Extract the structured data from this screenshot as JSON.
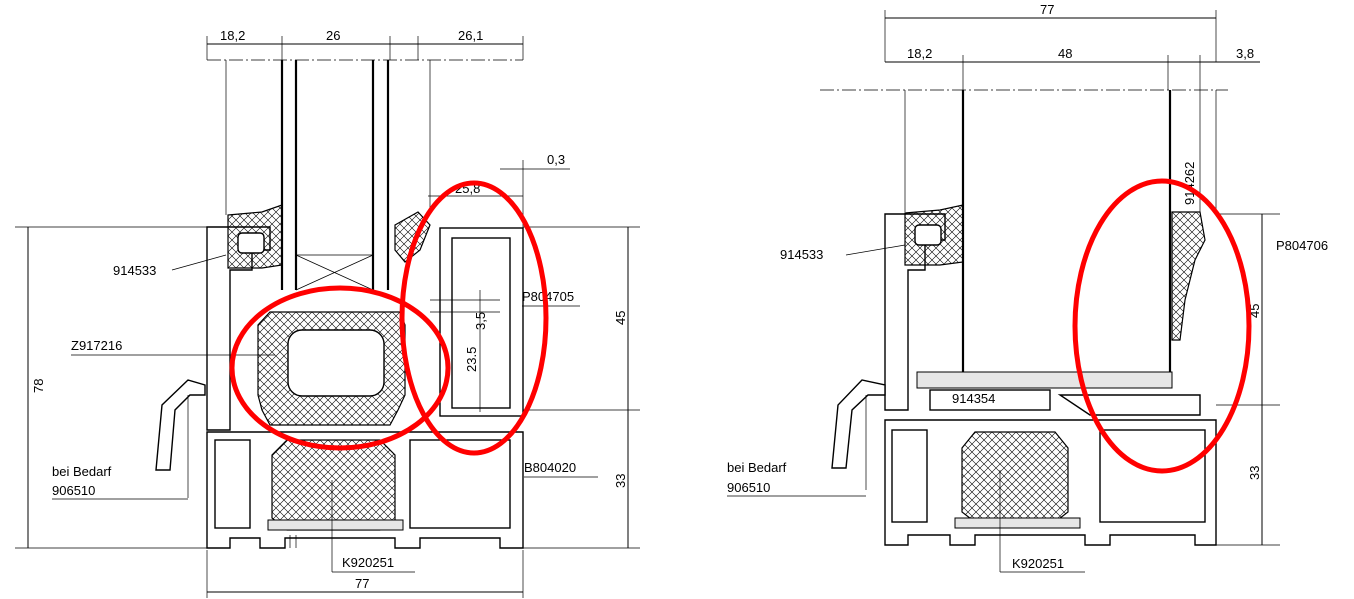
{
  "left": {
    "dims_top": [
      "18,2",
      "26",
      "26,1"
    ],
    "dim_gap": "0,3",
    "dim_inner_width": "25,8",
    "dim_3_5": "3,5",
    "dim_23_5": "23.5",
    "dim_45": "45",
    "dim_33": "33",
    "dim_78": "78",
    "dim_bottom": "77",
    "labels": {
      "gasket": "914533",
      "spacer": "Z917216",
      "bead": "P804705",
      "frame": "B804020",
      "core": "K920251",
      "sill_note": "bei Bedarf",
      "sill_part": "906510"
    }
  },
  "right": {
    "dim_total": "77",
    "dims_top": [
      "18,2",
      "48",
      "3,8"
    ],
    "dim_45": "45",
    "dim_33": "33",
    "labels": {
      "gasket": "914533",
      "bead": "P804706",
      "seal_vertical": "914262",
      "block": "914354",
      "core": "K920251",
      "sill_note": "bei Bedarf",
      "sill_part": "906510"
    }
  },
  "colors": {
    "highlight": "#ff0000",
    "line": "#000000"
  }
}
